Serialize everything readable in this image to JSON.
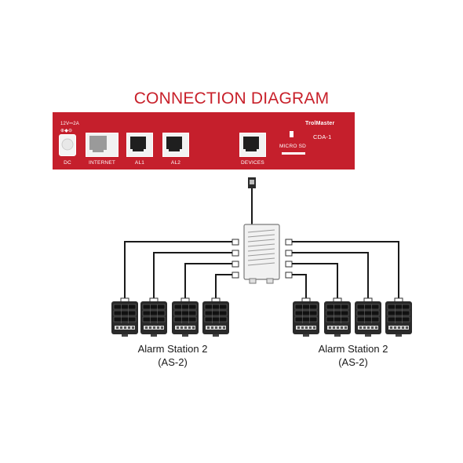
{
  "title": "CONNECTION DIAGRAM",
  "colors": {
    "accent": "#c51f2c",
    "title": "#c8202a",
    "cable": "#1a1a1a"
  },
  "controller": {
    "brand": "TrolMaster",
    "model": "CDA-1",
    "power_rating": "12V⎓2A",
    "ports": [
      {
        "label": "DC"
      },
      {
        "label": "INTERNET"
      },
      {
        "label": "AL1"
      },
      {
        "label": "AL2"
      },
      {
        "label": "DEVICES"
      },
      {
        "label": "MICRO SD"
      }
    ]
  },
  "groups": [
    {
      "label_line1": "Alarm Station 2",
      "label_line2": "(AS-2)"
    },
    {
      "label_line1": "Alarm Station 2",
      "label_line2": "(AS-2)"
    }
  ]
}
